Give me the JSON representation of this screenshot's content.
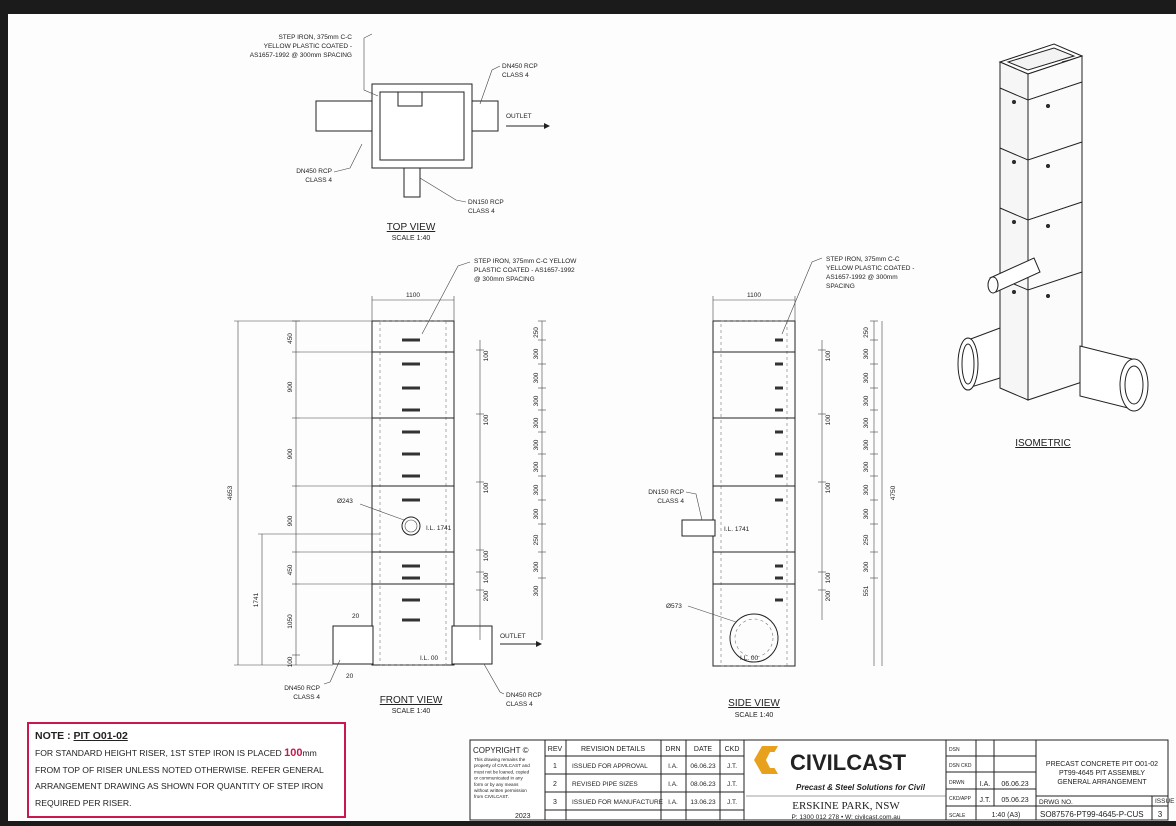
{
  "top_view": {
    "callout_step_iron": [
      "STEP IRON, 375mm C-C",
      "YELLOW PLASTIC COATED -",
      "AS1657-1992 @ 300mm SPACING"
    ],
    "callout_dn450_right": [
      "DN450 RCP",
      "CLASS 4"
    ],
    "outlet": "OUTLET",
    "callout_dn450_left": [
      "DN450 RCP",
      "CLASS 4"
    ],
    "callout_dn150": [
      "DN150 RCP",
      "CLASS 4"
    ],
    "title": "TOP VIEW",
    "scale": "SCALE 1:40"
  },
  "front_view": {
    "callout_step_iron": [
      "STEP IRON, 375mm C-C YELLOW",
      "PLASTIC COATED - AS1657-1992",
      "@ 300mm SPACING"
    ],
    "width": "1100",
    "overall_height": "4653",
    "left_dims": [
      "450",
      "900",
      "900",
      "900",
      "450",
      "1050",
      "100"
    ],
    "inner_dim_1741": "1741",
    "right_dims": [
      "250",
      "300",
      "300",
      "300",
      "300",
      "300",
      "300",
      "300",
      "300",
      "250",
      "300",
      "300"
    ],
    "spacer_dims": [
      "100",
      "100",
      "100",
      "100",
      "100",
      "200"
    ],
    "pipe_dia": "Ø243",
    "il_1741": "I.L. 1741",
    "il_00": "I.L. 00",
    "dim_20_top": "20",
    "dim_20_bottom": "20",
    "outlet": "OUTLET",
    "callout_dn450_left": [
      "DN450 RCP",
      "CLASS 4"
    ],
    "callout_dn450_right": [
      "DN450 RCP",
      "CLASS 4"
    ],
    "title": "FRONT VIEW",
    "scale": "SCALE 1:40"
  },
  "side_view": {
    "callout_step_iron": [
      "STEP IRON, 375mm C-C",
      "YELLOW PLASTIC COATED -",
      "AS1657-1992 @ 300mm",
      "SPACING"
    ],
    "width": "1100",
    "overall_height": "4750",
    "callout_dn150": [
      "DN150 RCP",
      "CLASS 4"
    ],
    "il_1741": "I.L. 1741",
    "dia_573": "Ø573",
    "il_00": "I.L. 00",
    "right_dims": [
      "250",
      "300",
      "300",
      "300",
      "300",
      "300",
      "300",
      "300",
      "300",
      "250",
      "300",
      "551"
    ],
    "spacer_dims": [
      "100",
      "100",
      "100",
      "100",
      "200"
    ],
    "title": "SIDE VIEW",
    "scale": "SCALE 1:40"
  },
  "isometric": {
    "title": "ISOMETRIC"
  },
  "note": {
    "heading_prefix": "NOTE :",
    "heading_id": "PIT O01-02",
    "text_before": "FOR STANDARD HEIGHT RISER, 1ST STEP IRON IS  PLACED",
    "highlight": "100",
    "text_unit": "mm",
    "text_after": "FROM TOP OF RISER UNLESS NOTED OTHERWISE. REFER GENERAL ARRANGEMENT DRAWING AS SHOWN  FOR QUANTITY OF STEP IRON REQUIRED PER RISER."
  },
  "title_block": {
    "copyright": "COPYRIGHT ©",
    "copyright_text": [
      "This drawing remains the",
      "property of CIVILCAST and",
      "must not be loaned, copied",
      "or communicated in any",
      "form or by any means",
      "without written permission",
      "from CIVILCAST."
    ],
    "year": "2023",
    "rev_headers": [
      "REV",
      "REVISION DETAILS",
      "DRN",
      "DATE",
      "CKD"
    ],
    "revisions": [
      {
        "rev": "1",
        "details": "ISSUED FOR APPROVAL",
        "drn": "I.A.",
        "date": "06.06.23",
        "ckd": "J.T."
      },
      {
        "rev": "2",
        "details": "REVISED PIPE SIZES",
        "drn": "I.A.",
        "date": "08.06.23",
        "ckd": "J.T."
      },
      {
        "rev": "3",
        "details": "ISSUED FOR MANUFACTURE",
        "drn": "I.A.",
        "date": "13.06.23",
        "ckd": "J.T."
      }
    ],
    "logo_name": "CIVILCAST",
    "logo_tagline": "Precast & Steel Solutions for Civil",
    "location": "ERSKINE PARK, NSW",
    "contact": "P: 1300 012 278 • W: civilcast.com.au",
    "roles": [
      "DSN",
      "DSN CKD",
      "DRWN",
      "CKD/APP",
      "SCALE"
    ],
    "drwn_by": "I.A.",
    "drwn_date": "06.06.23",
    "ckd_by": "J.T.",
    "ckd_date": "05.06.23",
    "scale_value": "1:40 (A3)",
    "drawing_title": [
      "PRECAST CONCRETE PIT O01-02",
      "PT99-4645  PIT ASSEMBLY",
      "GENERAL ARRANGEMENT"
    ],
    "dwg_label": "DRWG NO.",
    "dwg_no": "SO87576-PT99-4645-P-CUS",
    "issue_label": "ISSUE",
    "issue": "3"
  }
}
